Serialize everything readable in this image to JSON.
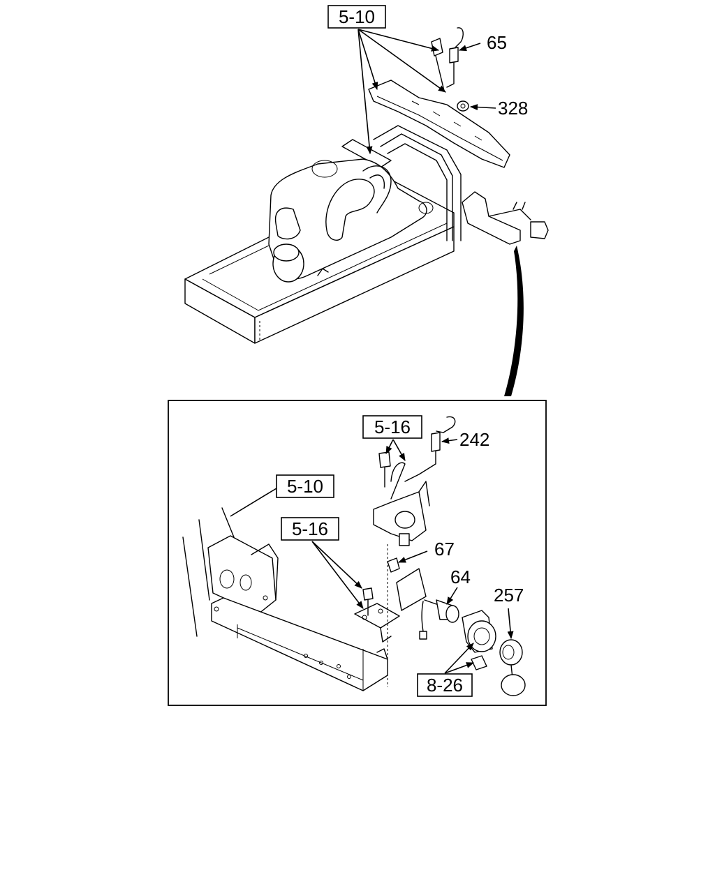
{
  "references": {
    "top_5_10": "5-10",
    "inset_5_16_upper": "5-16",
    "inset_5_10": "5-10",
    "inset_5_16_lower": "5-16",
    "inset_8_26": "8-26"
  },
  "callouts": {
    "c65": "65",
    "c328": "328",
    "c242": "242",
    "c67": "67",
    "c64": "64",
    "c257": "257"
  }
}
